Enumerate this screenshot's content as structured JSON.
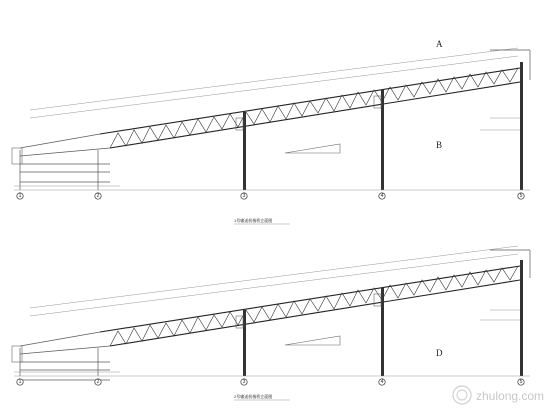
{
  "letters": {
    "top_a": "A",
    "top_b": "B",
    "bottom_d": "D"
  },
  "grid_labels": [
    "1",
    "2",
    "3",
    "4",
    "5"
  ],
  "titles": {
    "elevation_1": "1号输送机栈桥立面图",
    "elevation_2": "2号输送机栈桥立面图"
  },
  "watermark": "zhulong.com"
}
